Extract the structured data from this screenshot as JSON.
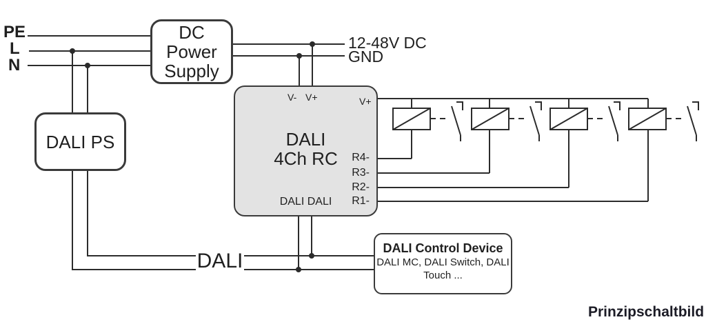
{
  "colors": {
    "wire": "#2b2b2b",
    "box-border": "#3a3a3a",
    "box-fill": "#ffffff",
    "module-fill": "#e3e3e3",
    "ink": "#1f1f1f",
    "caption-ink": "#1c1c26",
    "canvas": "#ffffff"
  },
  "diagram": {
    "caption": "Prinzipschaltbild",
    "mains": {
      "pe": "PE",
      "l": "L",
      "n": "N"
    },
    "dc_power_supply": {
      "lines": [
        "DC",
        "Power",
        "Supply"
      ]
    },
    "dc_output": {
      "voltage": "12-48V DC",
      "ground": "GND"
    },
    "dali_ps": {
      "label": "DALI PS"
    },
    "dali_4ch_rc": {
      "title_lines": [
        "DALI",
        "4Ch RC"
      ],
      "terminal_v_minus": "V-",
      "terminal_v_plus": "V+",
      "terminal_v_plus_out": "V+",
      "terminal_r4": "R4-",
      "terminal_r3": "R3-",
      "terminal_r2": "R2-",
      "terminal_r1": "R1-",
      "terminal_dali": "DALI DALI"
    },
    "dali_bus": {
      "label": "DALI"
    },
    "dali_control_device": {
      "title": "DALI Control Device",
      "subtitle_line1": "DALI MC, DALI Switch, DALI",
      "subtitle_line2": "Touch ..."
    },
    "relay_channels": [
      "R4-",
      "R3-",
      "R2-",
      "R1-"
    ]
  }
}
